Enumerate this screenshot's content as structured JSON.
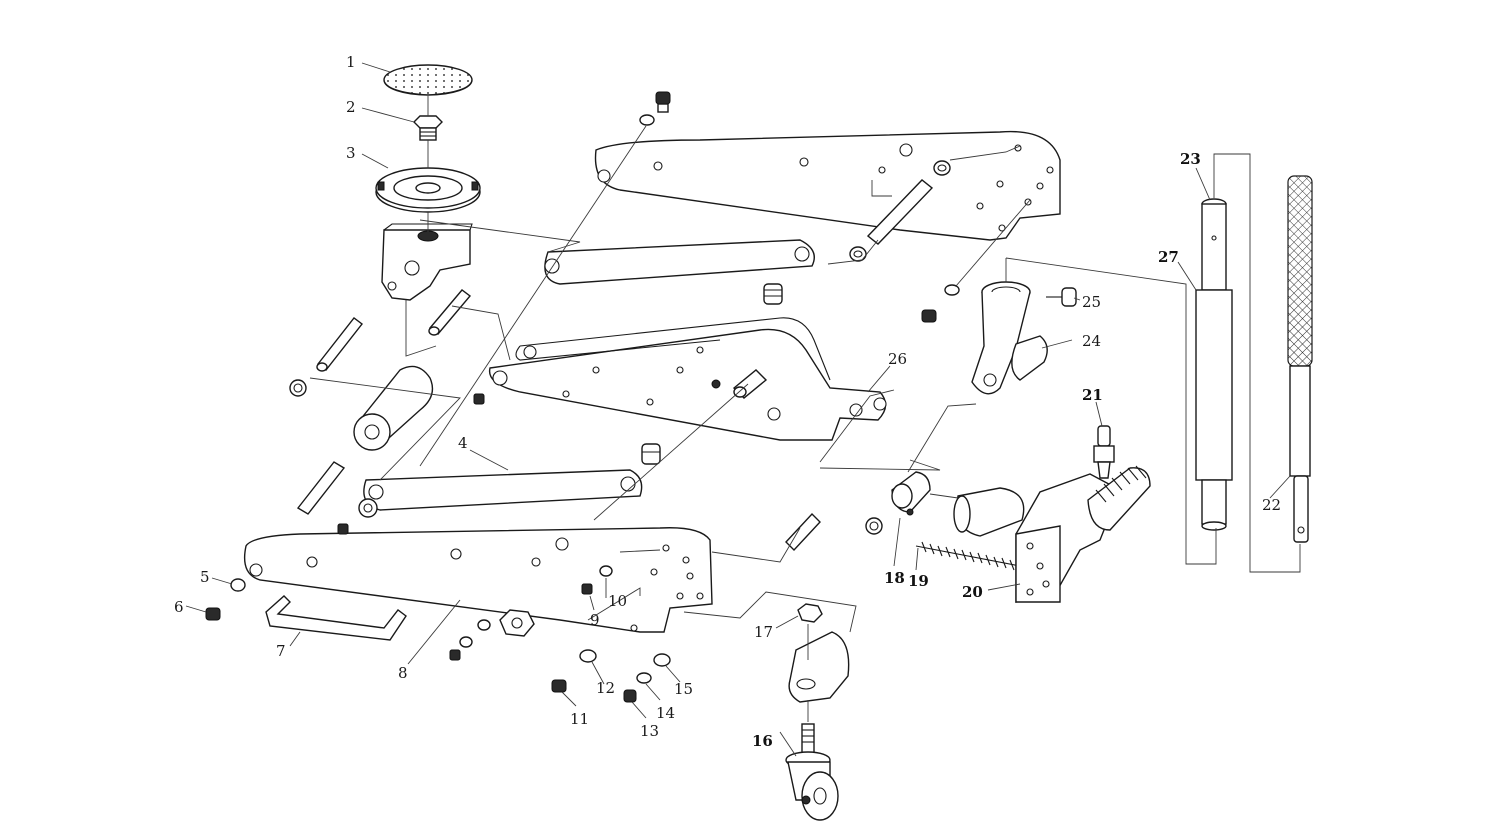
{
  "diagram": {
    "callouts": [
      {
        "id": "1",
        "text": "1"
      },
      {
        "id": "2",
        "text": "2"
      },
      {
        "id": "3",
        "text": "3"
      },
      {
        "id": "4",
        "text": "4"
      },
      {
        "id": "5",
        "text": "5"
      },
      {
        "id": "6",
        "text": "6"
      },
      {
        "id": "7",
        "text": "7"
      },
      {
        "id": "8",
        "text": "8"
      },
      {
        "id": "9",
        "text": "9"
      },
      {
        "id": "10",
        "text": "10"
      },
      {
        "id": "11",
        "text": "11"
      },
      {
        "id": "12",
        "text": "12"
      },
      {
        "id": "13",
        "text": "13"
      },
      {
        "id": "14",
        "text": "14"
      },
      {
        "id": "15",
        "text": "15"
      },
      {
        "id": "16",
        "text": "16"
      },
      {
        "id": "17",
        "text": "17"
      },
      {
        "id": "18",
        "text": "18"
      },
      {
        "id": "19",
        "text": "19"
      },
      {
        "id": "20",
        "text": "20"
      },
      {
        "id": "21",
        "text": "21"
      },
      {
        "id": "22",
        "text": "22"
      },
      {
        "id": "23",
        "text": "23"
      },
      {
        "id": "24",
        "text": "24"
      },
      {
        "id": "25",
        "text": "25"
      },
      {
        "id": "26",
        "text": "26"
      },
      {
        "id": "27",
        "text": "27"
      }
    ],
    "colors": {
      "line": "#1a1a1a",
      "background": "#ffffff"
    }
  }
}
